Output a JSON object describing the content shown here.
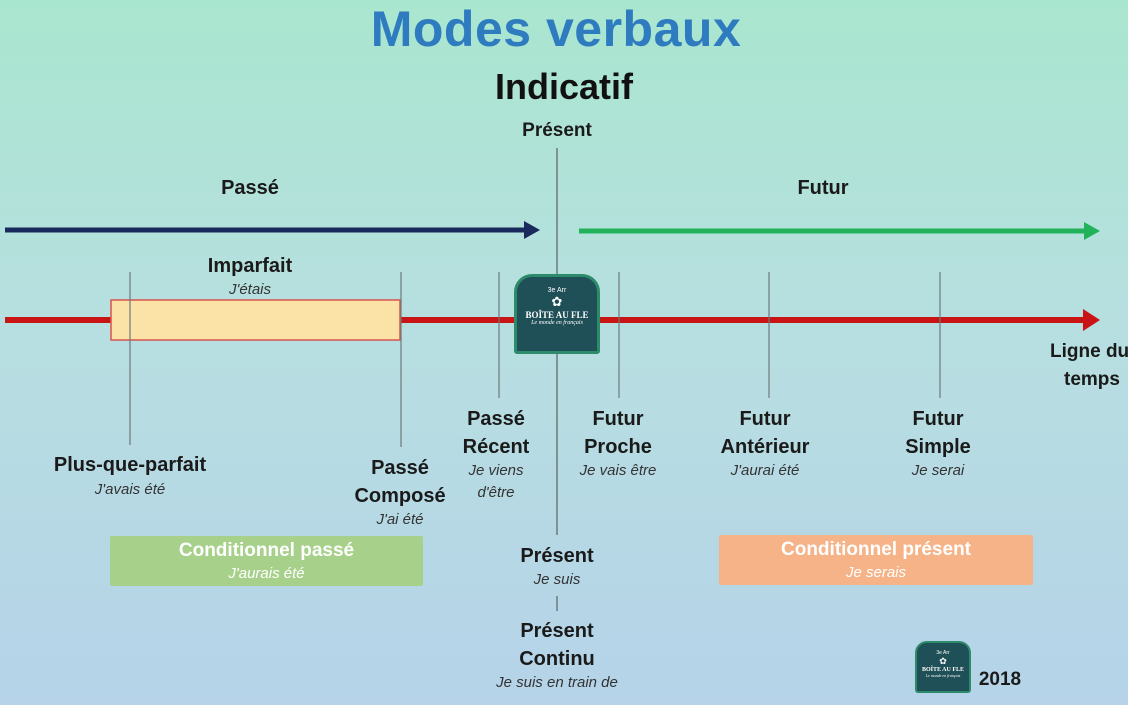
{
  "header": {
    "title": "Modes verbaux",
    "subtitle": "Indicatif"
  },
  "timeline": {
    "present_top": "Présent",
    "past_label": "Passé",
    "future_label": "Futur",
    "axis_label_line1": "Ligne du",
    "axis_label_line2": "temps"
  },
  "tenses": {
    "imparfait": {
      "label": "Imparfait",
      "example": "J'étais"
    },
    "plus_que_parfait": {
      "label": "Plus-que-parfait",
      "example": "J'avais été"
    },
    "passe_compose": {
      "label_1": "Passé",
      "label_2": "Composé",
      "example": "J'ai été"
    },
    "passe_recent": {
      "label_1": "Passé",
      "label_2": "Récent",
      "example_1": "Je viens",
      "example_2": "d'être"
    },
    "futur_proche": {
      "label_1": "Futur",
      "label_2": "Proche",
      "example": "Je vais être"
    },
    "futur_anterieur": {
      "label_1": "Futur",
      "label_2": "Antérieur",
      "example": "J'aurai été"
    },
    "futur_simple": {
      "label_1": "Futur",
      "label_2": "Simple",
      "example": "Je serai"
    },
    "present": {
      "label": "Présent",
      "example": "Je suis"
    },
    "present_continu": {
      "label_1": "Présent",
      "label_2": "Continu",
      "example": "Je suis en train de"
    }
  },
  "conditionnel": {
    "passe": {
      "label": "Conditionnel passé",
      "example": "J'aurais été"
    },
    "present": {
      "label": "Conditionnel présent",
      "example": "Je serais"
    }
  },
  "logo": {
    "number": "3e Arr",
    "name": "BOÎTE AU FLE",
    "tagline": "Le monde en français"
  },
  "footer": {
    "year": "2018"
  },
  "colors": {
    "title": "#2f7bbf",
    "past_arrow": "#1b2a5c",
    "future_arrow": "#22b35a",
    "timeline": "#c81414",
    "imparfait_box": "#fbe3a8",
    "conditionnel_passe": "#a7d08a",
    "conditionnel_present": "#f5b387"
  }
}
